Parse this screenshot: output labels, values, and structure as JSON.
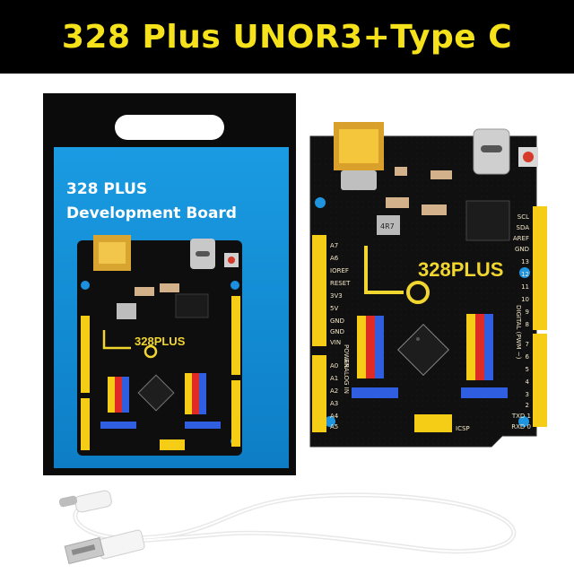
{
  "banner": {
    "title": "328 Plus UNOR3+Type C"
  },
  "package": {
    "line1": "328 PLUS",
    "line2": "Development Board",
    "board_logo": "328PLUS"
  },
  "board": {
    "logo": "328PLUS",
    "left_header_labels": [
      "A7",
      "A6",
      "IOREF",
      "RESET",
      "3V3",
      "5V",
      "GND",
      "GND",
      "VIN"
    ],
    "analog_labels": [
      "A0",
      "A1",
      "A2",
      "A3",
      "A4",
      "A5"
    ],
    "right_header_labels": [
      "SCL",
      "SDA",
      "AREF",
      "GND",
      "13",
      "12",
      "11",
      "10",
      "9",
      "8"
    ],
    "right_lower_labels": [
      "7",
      "6",
      "5",
      "4",
      "3",
      "2",
      "TXD 1",
      "RXD 0"
    ],
    "small_labels": {
      "power": "POWER",
      "analog": "ANALOG IN",
      "digital": "DIGITAL (PWM ~)",
      "icsp": "ICSP",
      "inductor": "4R7"
    }
  },
  "colors": {
    "banner_bg": "#000000",
    "banner_text": "#f5e21b",
    "package_blue": "#1d9be0",
    "board_black": "#0e0e0e",
    "header_yellow": "#f5cc16",
    "pin_red": "#e02a25",
    "pin_blue": "#2f5fe0"
  }
}
